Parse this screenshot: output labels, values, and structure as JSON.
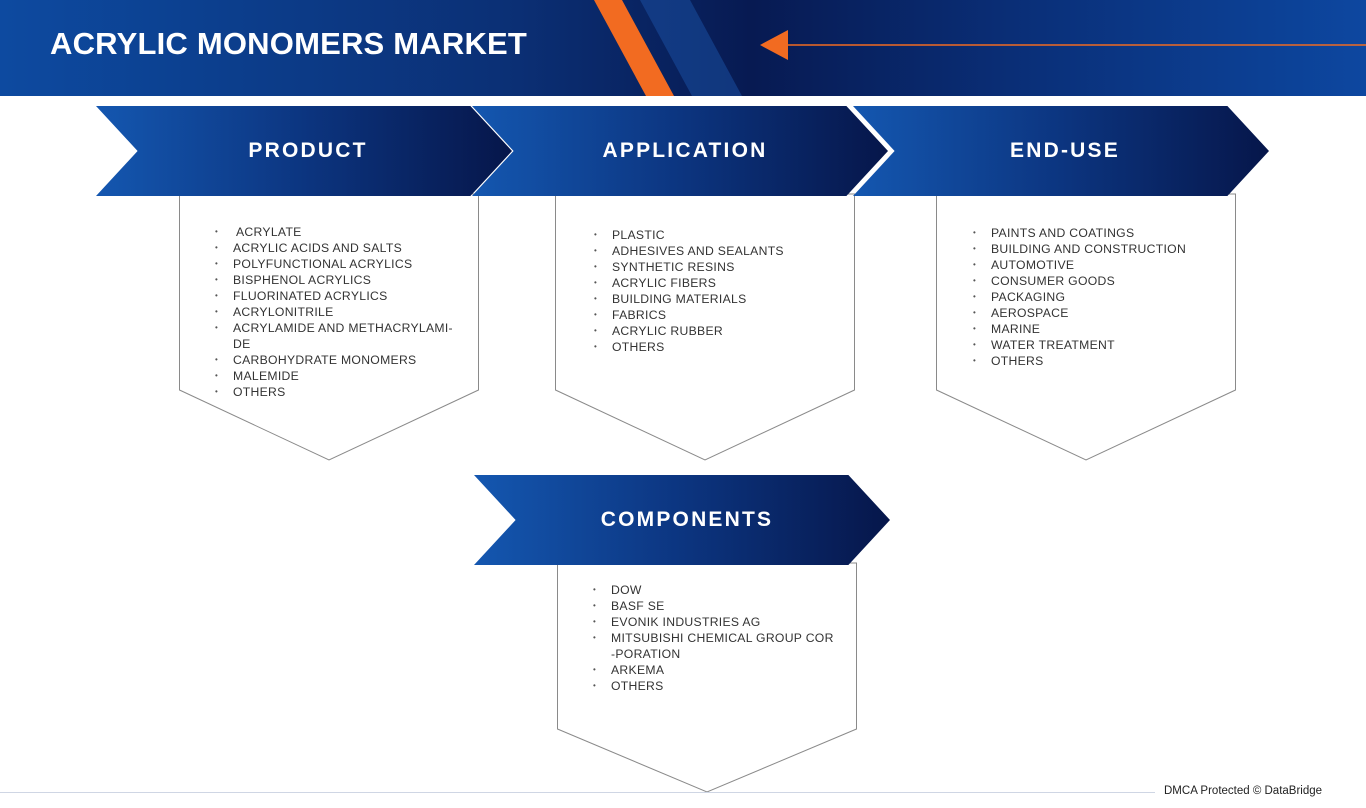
{
  "header": {
    "title": "ACRYLIC MONOMERS MARKET",
    "accent_color": "#f26b21"
  },
  "segments": [
    {
      "label": "PRODUCT",
      "items": [
        "ACRYLATE",
        "ACRYLIC ACIDS AND SALTS",
        "POLYFUNCTIONAL ACRYLICS",
        "BISPHENOL ACRYLICS",
        "FLUORINATED ACRYLICS",
        "ACRYLONITRILE",
        "ACRYLAMIDE AND METHACRYLAMI-DE",
        "CARBOHYDRATE MONOMERS",
        "MALEMIDE",
        "OTHERS"
      ]
    },
    {
      "label": "APPLICATION",
      "items": [
        "PLASTIC",
        "ADHESIVES AND SEALANTS",
        "SYNTHETIC RESINS",
        "ACRYLIC FIBERS",
        "BUILDING MATERIALS",
        "FABRICS",
        "ACRYLIC RUBBER",
        "OTHERS"
      ]
    },
    {
      "label": "END-USE",
      "items": [
        "PAINTS AND COATINGS",
        "BUILDING AND CONSTRUCTION",
        "AUTOMOTIVE",
        "CONSUMER GOODS",
        "PACKAGING",
        "AEROSPACE",
        "MARINE",
        "WATER TREATMENT",
        "OTHERS"
      ]
    },
    {
      "label": "COMPONENTS",
      "items": [
        "DOW",
        "BASF SE",
        "EVONIK INDUSTRIES AG",
        "MITSUBISHI CHEMICAL GROUP COR-PORATION",
        "ARKEMA",
        "OTHERS"
      ]
    }
  ],
  "footer": {
    "text": "DMCA Protected © DataBridge"
  }
}
